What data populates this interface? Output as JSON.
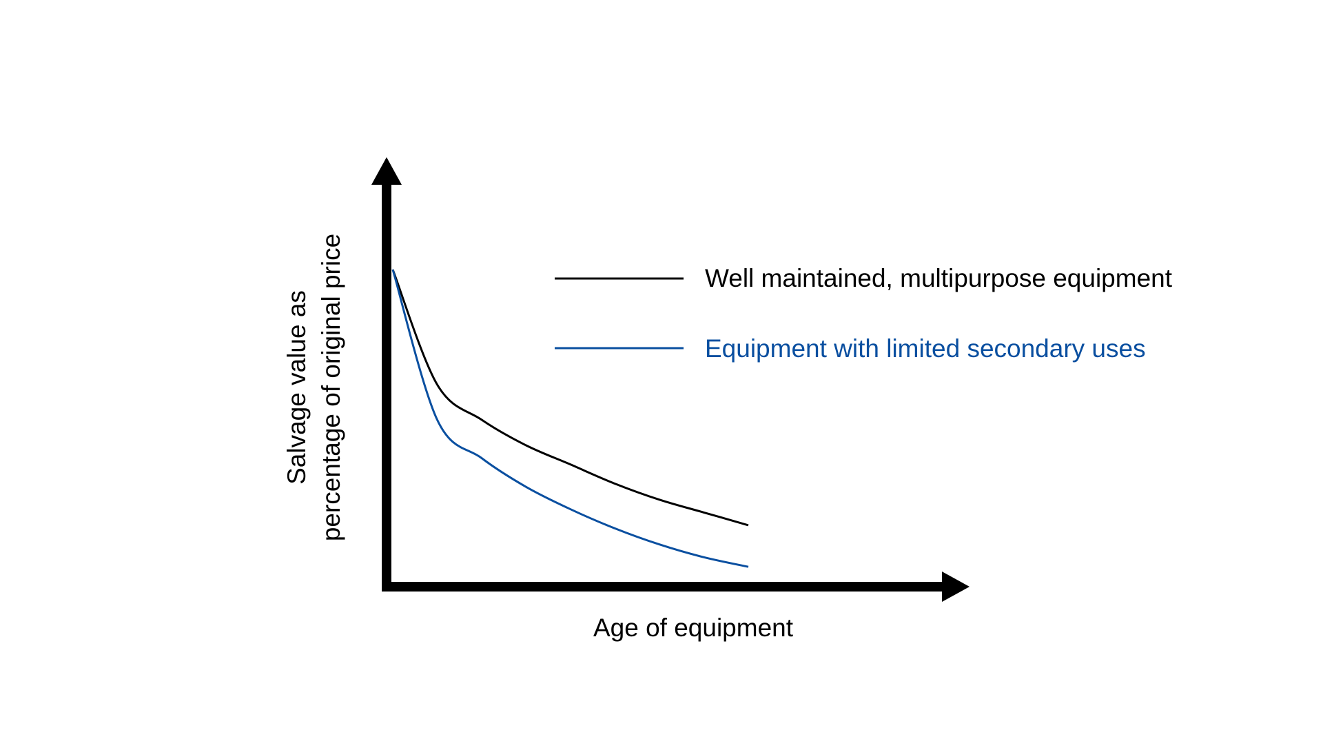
{
  "chart_data": {
    "type": "line",
    "title": "",
    "xlabel": "Age of equipment",
    "ylabel_lines": [
      "Salvage value as",
      "percentage of original price"
    ],
    "x_ticks": [],
    "y_ticks": [],
    "grid": false,
    "legend_position": "top-right",
    "x": [
      0.0,
      0.125,
      0.25,
      0.375,
      0.5,
      0.625,
      0.75,
      0.875,
      1.0
    ],
    "series": [
      {
        "name": "Well maintained, multipurpose equipment",
        "color": "#000000",
        "values": [
          0.99,
          0.63,
          0.52,
          0.44,
          0.38,
          0.32,
          0.27,
          0.23,
          0.19
        ]
      },
      {
        "name": "Equipment with limited secondary uses",
        "color": "#0a4fa0",
        "values": [
          0.99,
          0.52,
          0.4,
          0.31,
          0.24,
          0.18,
          0.13,
          0.09,
          0.06
        ]
      }
    ]
  }
}
